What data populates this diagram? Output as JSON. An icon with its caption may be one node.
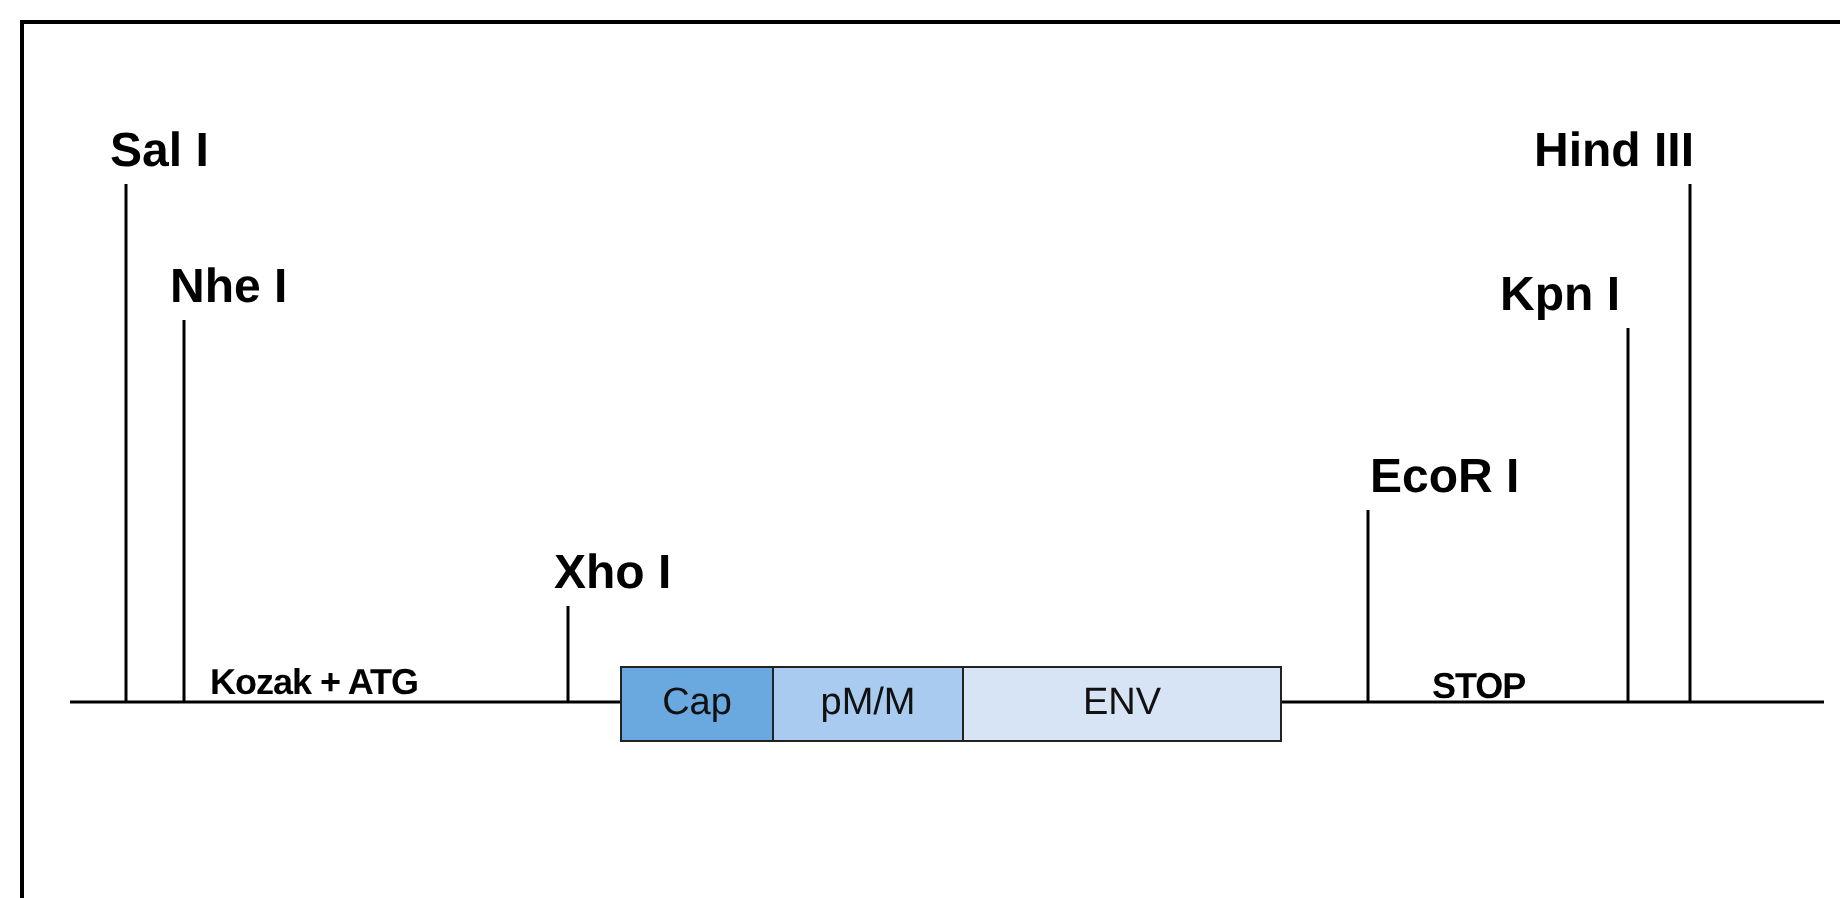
{
  "diagram": {
    "nodes": [
      {
        "text": [
          "Sal I"
        ]
      },
      {
        "text": [
          "Nhe I"
        ]
      },
      {
        "text": [
          "Hind III"
        ]
      },
      {
        "text": [
          "Kpn I"
        ]
      },
      {
        "text": [
          "EcoR I"
        ]
      },
      {
        "text": [
          "Xho I"
        ]
      },
      {
        "text": [
          "Cap"
        ]
      },
      {
        "text": [
          "pM/M"
        ]
      },
      {
        "text": [
          "ENV"
        ]
      }
    ],
    "edges": [
      {
        "from": 0,
        "to": null,
        "arrow": "none"
      },
      {
        "from": 1,
        "to": null,
        "arrow": "none"
      },
      {
        "from": 2,
        "to": null,
        "arrow": "none"
      },
      {
        "from": 3,
        "to": null,
        "arrow": "none"
      },
      {
        "from": 4,
        "to": null,
        "arrow": "none"
      },
      {
        "from": 5,
        "to": null,
        "arrow": "none"
      }
    ],
    "labels": [
      "Kozak + ATG",
      "STOP"
    ]
  }
}
